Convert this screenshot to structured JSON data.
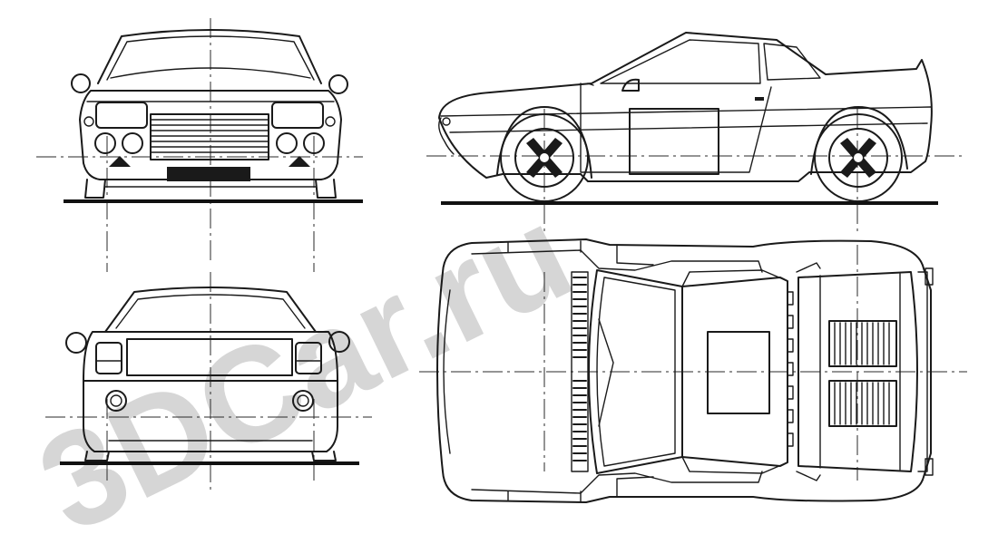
{
  "watermark": {
    "text": "3DCar.ru",
    "color": "#d6d6d6"
  },
  "views": [
    {
      "id": "front",
      "label": ""
    },
    {
      "id": "side",
      "label": ""
    },
    {
      "id": "rear",
      "label": ""
    },
    {
      "id": "top",
      "label": ""
    }
  ],
  "colors": {
    "line": "#1a1a1a",
    "background": "#ffffff"
  }
}
